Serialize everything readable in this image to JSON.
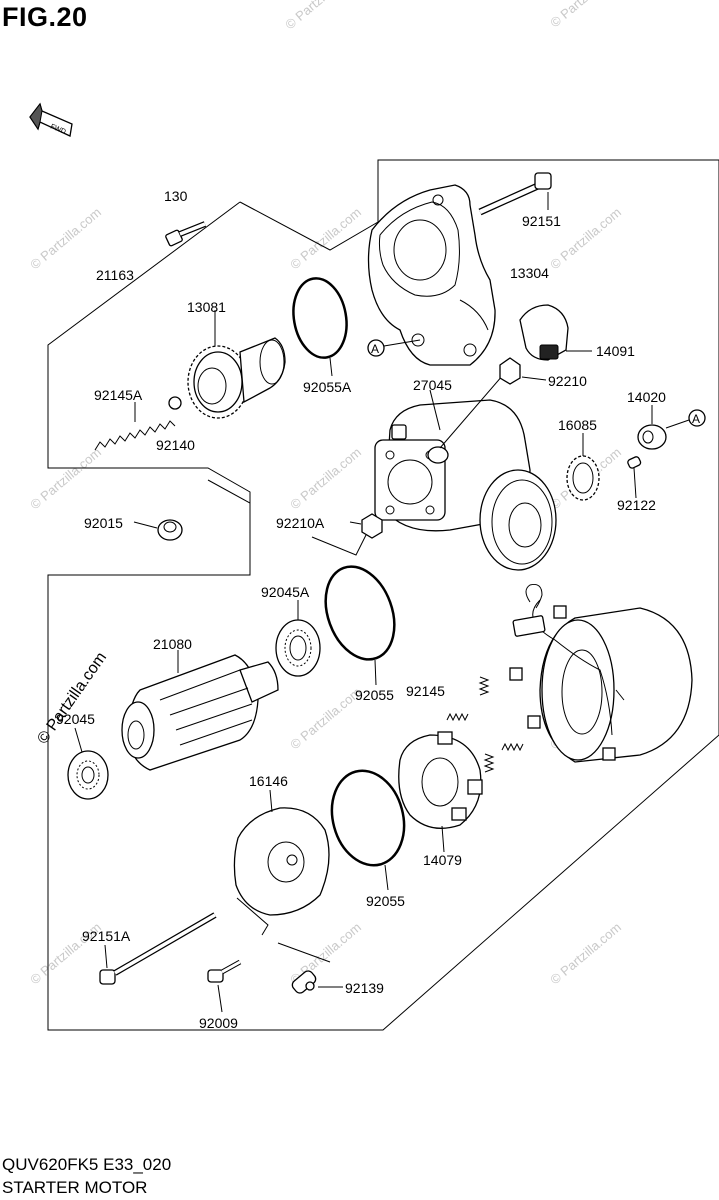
{
  "figure": {
    "title": "FIG.20"
  },
  "fwd_label": "FWD",
  "watermark": "© Partzilla.com",
  "reference_marker": "A",
  "parts": [
    {
      "number": "130"
    },
    {
      "number": "92151"
    },
    {
      "number": "21163"
    },
    {
      "number": "13304"
    },
    {
      "number": "13081"
    },
    {
      "number": "14091"
    },
    {
      "number": "92055A"
    },
    {
      "number": "27045"
    },
    {
      "number": "92210"
    },
    {
      "number": "92145A"
    },
    {
      "number": "14020"
    },
    {
      "number": "92140"
    },
    {
      "number": "16085"
    },
    {
      "number": "92122"
    },
    {
      "number": "92015"
    },
    {
      "number": "92210A"
    },
    {
      "number": "92045A"
    },
    {
      "number": "21080"
    },
    {
      "number": "92145"
    },
    {
      "number": "92055"
    },
    {
      "number": "92045"
    },
    {
      "number": "16146"
    },
    {
      "number": "92055"
    },
    {
      "number": "14079"
    },
    {
      "number": "92151A"
    },
    {
      "number": "92139"
    },
    {
      "number": "92009"
    }
  ],
  "footer": {
    "model_code": "QUV620FK5 E33_020",
    "section_name": "STARTER MOTOR"
  }
}
